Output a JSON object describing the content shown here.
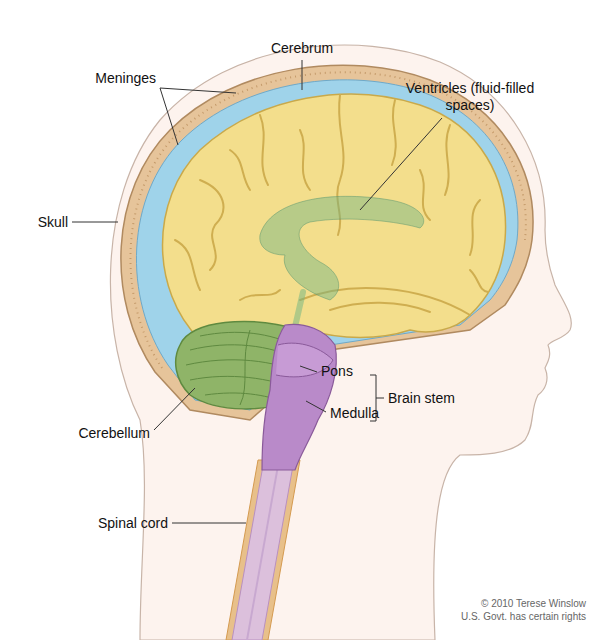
{
  "diagram": {
    "labels": [
      "Cerebrum",
      "Meninges",
      "Ventricles (fluid-filled spaces)",
      "Skull",
      "Pons",
      "Brain stem",
      "Medulla",
      "Cerebellum",
      "Spinal cord",
      "© 2010 Terese Winslow",
      "U.S. Govt. has certain rights"
    ]
  }
}
